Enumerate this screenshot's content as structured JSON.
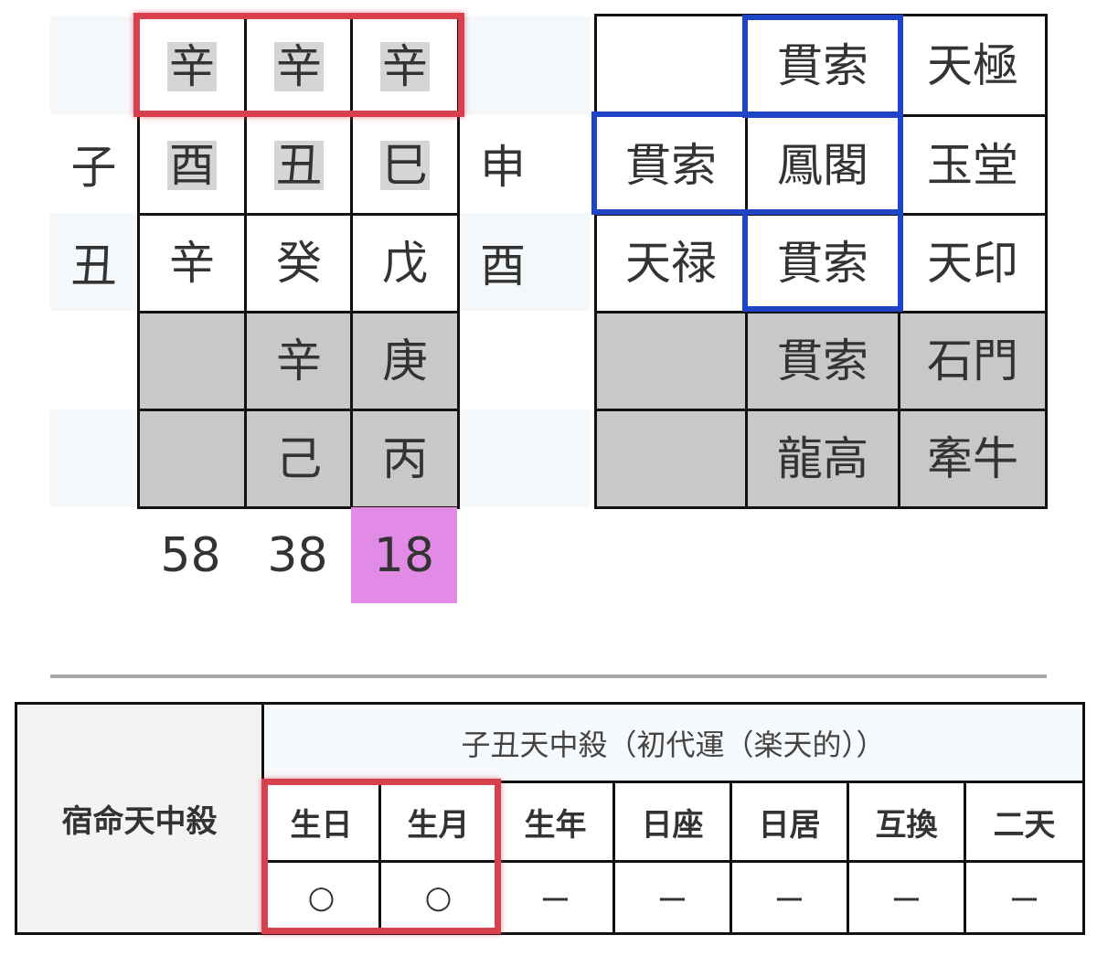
{
  "left_chart": {
    "top_row": [
      "辛",
      "辛",
      "辛"
    ],
    "row2": {
      "side_left": "子",
      "cells": [
        "酉",
        "丑",
        "巳"
      ],
      "side_right": "申"
    },
    "row3": {
      "side_left": "丑",
      "cells": [
        "辛",
        "癸",
        "戊"
      ],
      "side_right": "酉"
    },
    "row4": [
      "",
      "辛",
      "庚"
    ],
    "row5": [
      "",
      "己",
      "丙"
    ],
    "ages": [
      "58",
      "38",
      "18"
    ]
  },
  "right_chart": {
    "rows": [
      [
        "",
        "貫索",
        "天極"
      ],
      [
        "貫索",
        "鳳閣",
        "玉堂"
      ],
      [
        "天禄",
        "貫索",
        "天印"
      ],
      [
        "",
        "貫索",
        "石門"
      ],
      [
        "",
        "龍高",
        "牽牛"
      ]
    ]
  },
  "schedule": {
    "row_header": "宿命天中殺",
    "group_header": "子丑天中殺（初代運（楽天的））",
    "columns": [
      "生日",
      "生月",
      "生年",
      "日座",
      "日居",
      "互換",
      "二天"
    ],
    "marks": [
      "○",
      "○",
      "ー",
      "ー",
      "ー",
      "ー",
      "ー"
    ]
  },
  "colors": {
    "highlight_red": "#d8404e",
    "highlight_blue": "#1f44c8",
    "age_highlight": "#e18be6",
    "gray_cell": "#c8c8c8"
  }
}
